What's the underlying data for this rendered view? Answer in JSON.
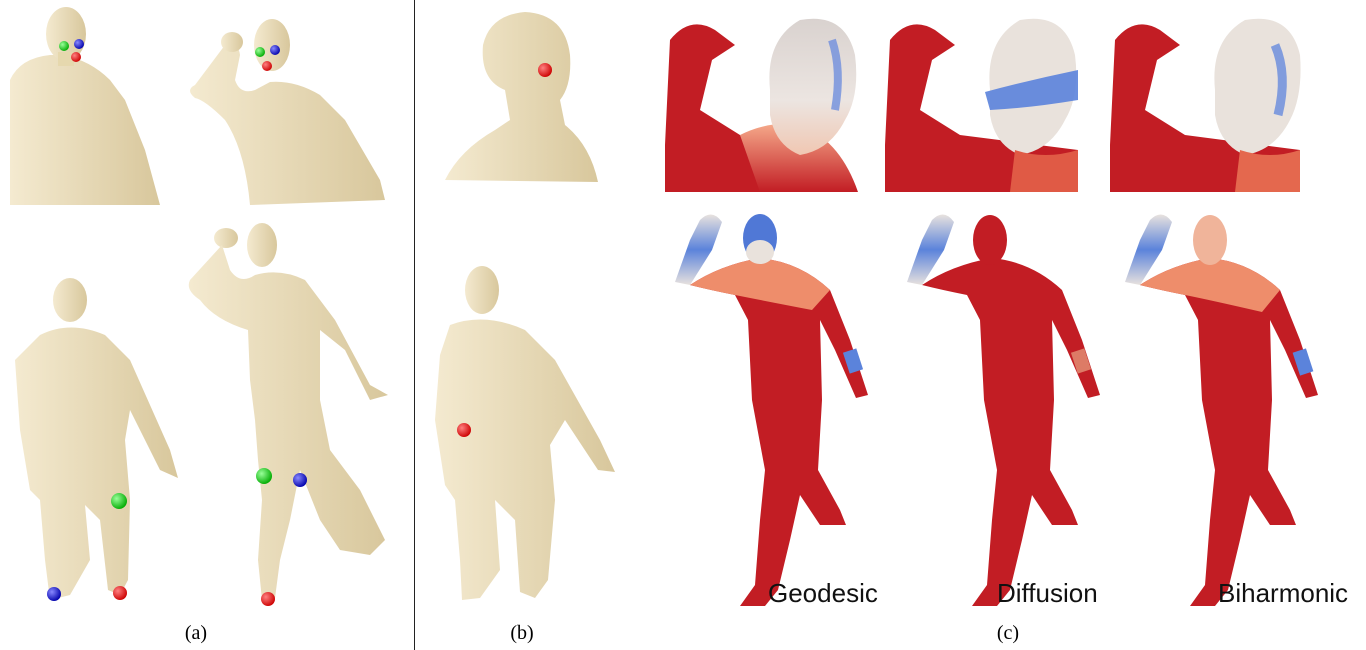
{
  "figure": {
    "panel_labels": {
      "a": "(a)",
      "b": "(b)",
      "c": "(c)"
    },
    "method_labels": {
      "geodesic": "Geodesic",
      "diffusion": "Diffusion",
      "biharmonic": "Biharmonic"
    },
    "colors": {
      "skin": "#efe4bd",
      "skin_shade": "#d9caa0",
      "heat_red": "#c21d24",
      "heat_orange": "#e8734f",
      "heat_blue": "#4a78d8",
      "heat_white": "#ece6e2",
      "marker_red": "#e11",
      "marker_green": "#1c1",
      "marker_blue": "#11c"
    }
  }
}
